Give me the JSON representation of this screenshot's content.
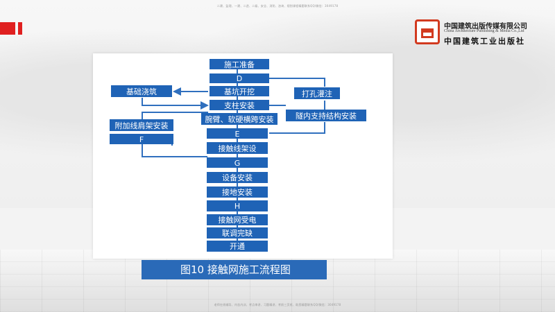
{
  "slide": {
    "top_note": "二建、监理、一建、二造、二级、安全、消防、咨询、规划课程精题联系QQ/微信：3049178",
    "bottom_note": "老师在线辅导、内含内训、考点串讲、习题精讲、考前三页纸、助您精题联系QQ/微信：3049178",
    "caption": "图10  接触网施工流程图"
  },
  "logo": {
    "name_cn": "中国建筑出版传媒有限公司",
    "name_en": "China Architecture Publishing & Media Co.,Ltd",
    "name_cn_calligraphy": "中国建筑工业出版社"
  },
  "flowchart": {
    "nodes": {
      "prep": "施工准备",
      "d": "D",
      "pit": "基坑开挖",
      "foundation": "基础浇筑",
      "pile": "打孔灌注",
      "column": "支柱安装",
      "tunnel_support": "隧内支持结构安装",
      "cantilever": "腕臂、软硬横跨安装",
      "feeder_bracket": "附加线肩架安装",
      "f": "F",
      "e": "E",
      "wire": "接触线架设",
      "g": "G",
      "equipment": "设备安装",
      "grounding": "接地安装",
      "h": "H",
      "energize": "接触网受电",
      "debug": "联调完缺",
      "open": "开通"
    }
  },
  "colors": {
    "box_fill": "#1f63b6",
    "box_text": "#ffffff",
    "line": "#2f6fbe",
    "caption_bg": "#2a6ab8",
    "logo_red": "#d23a1f"
  }
}
